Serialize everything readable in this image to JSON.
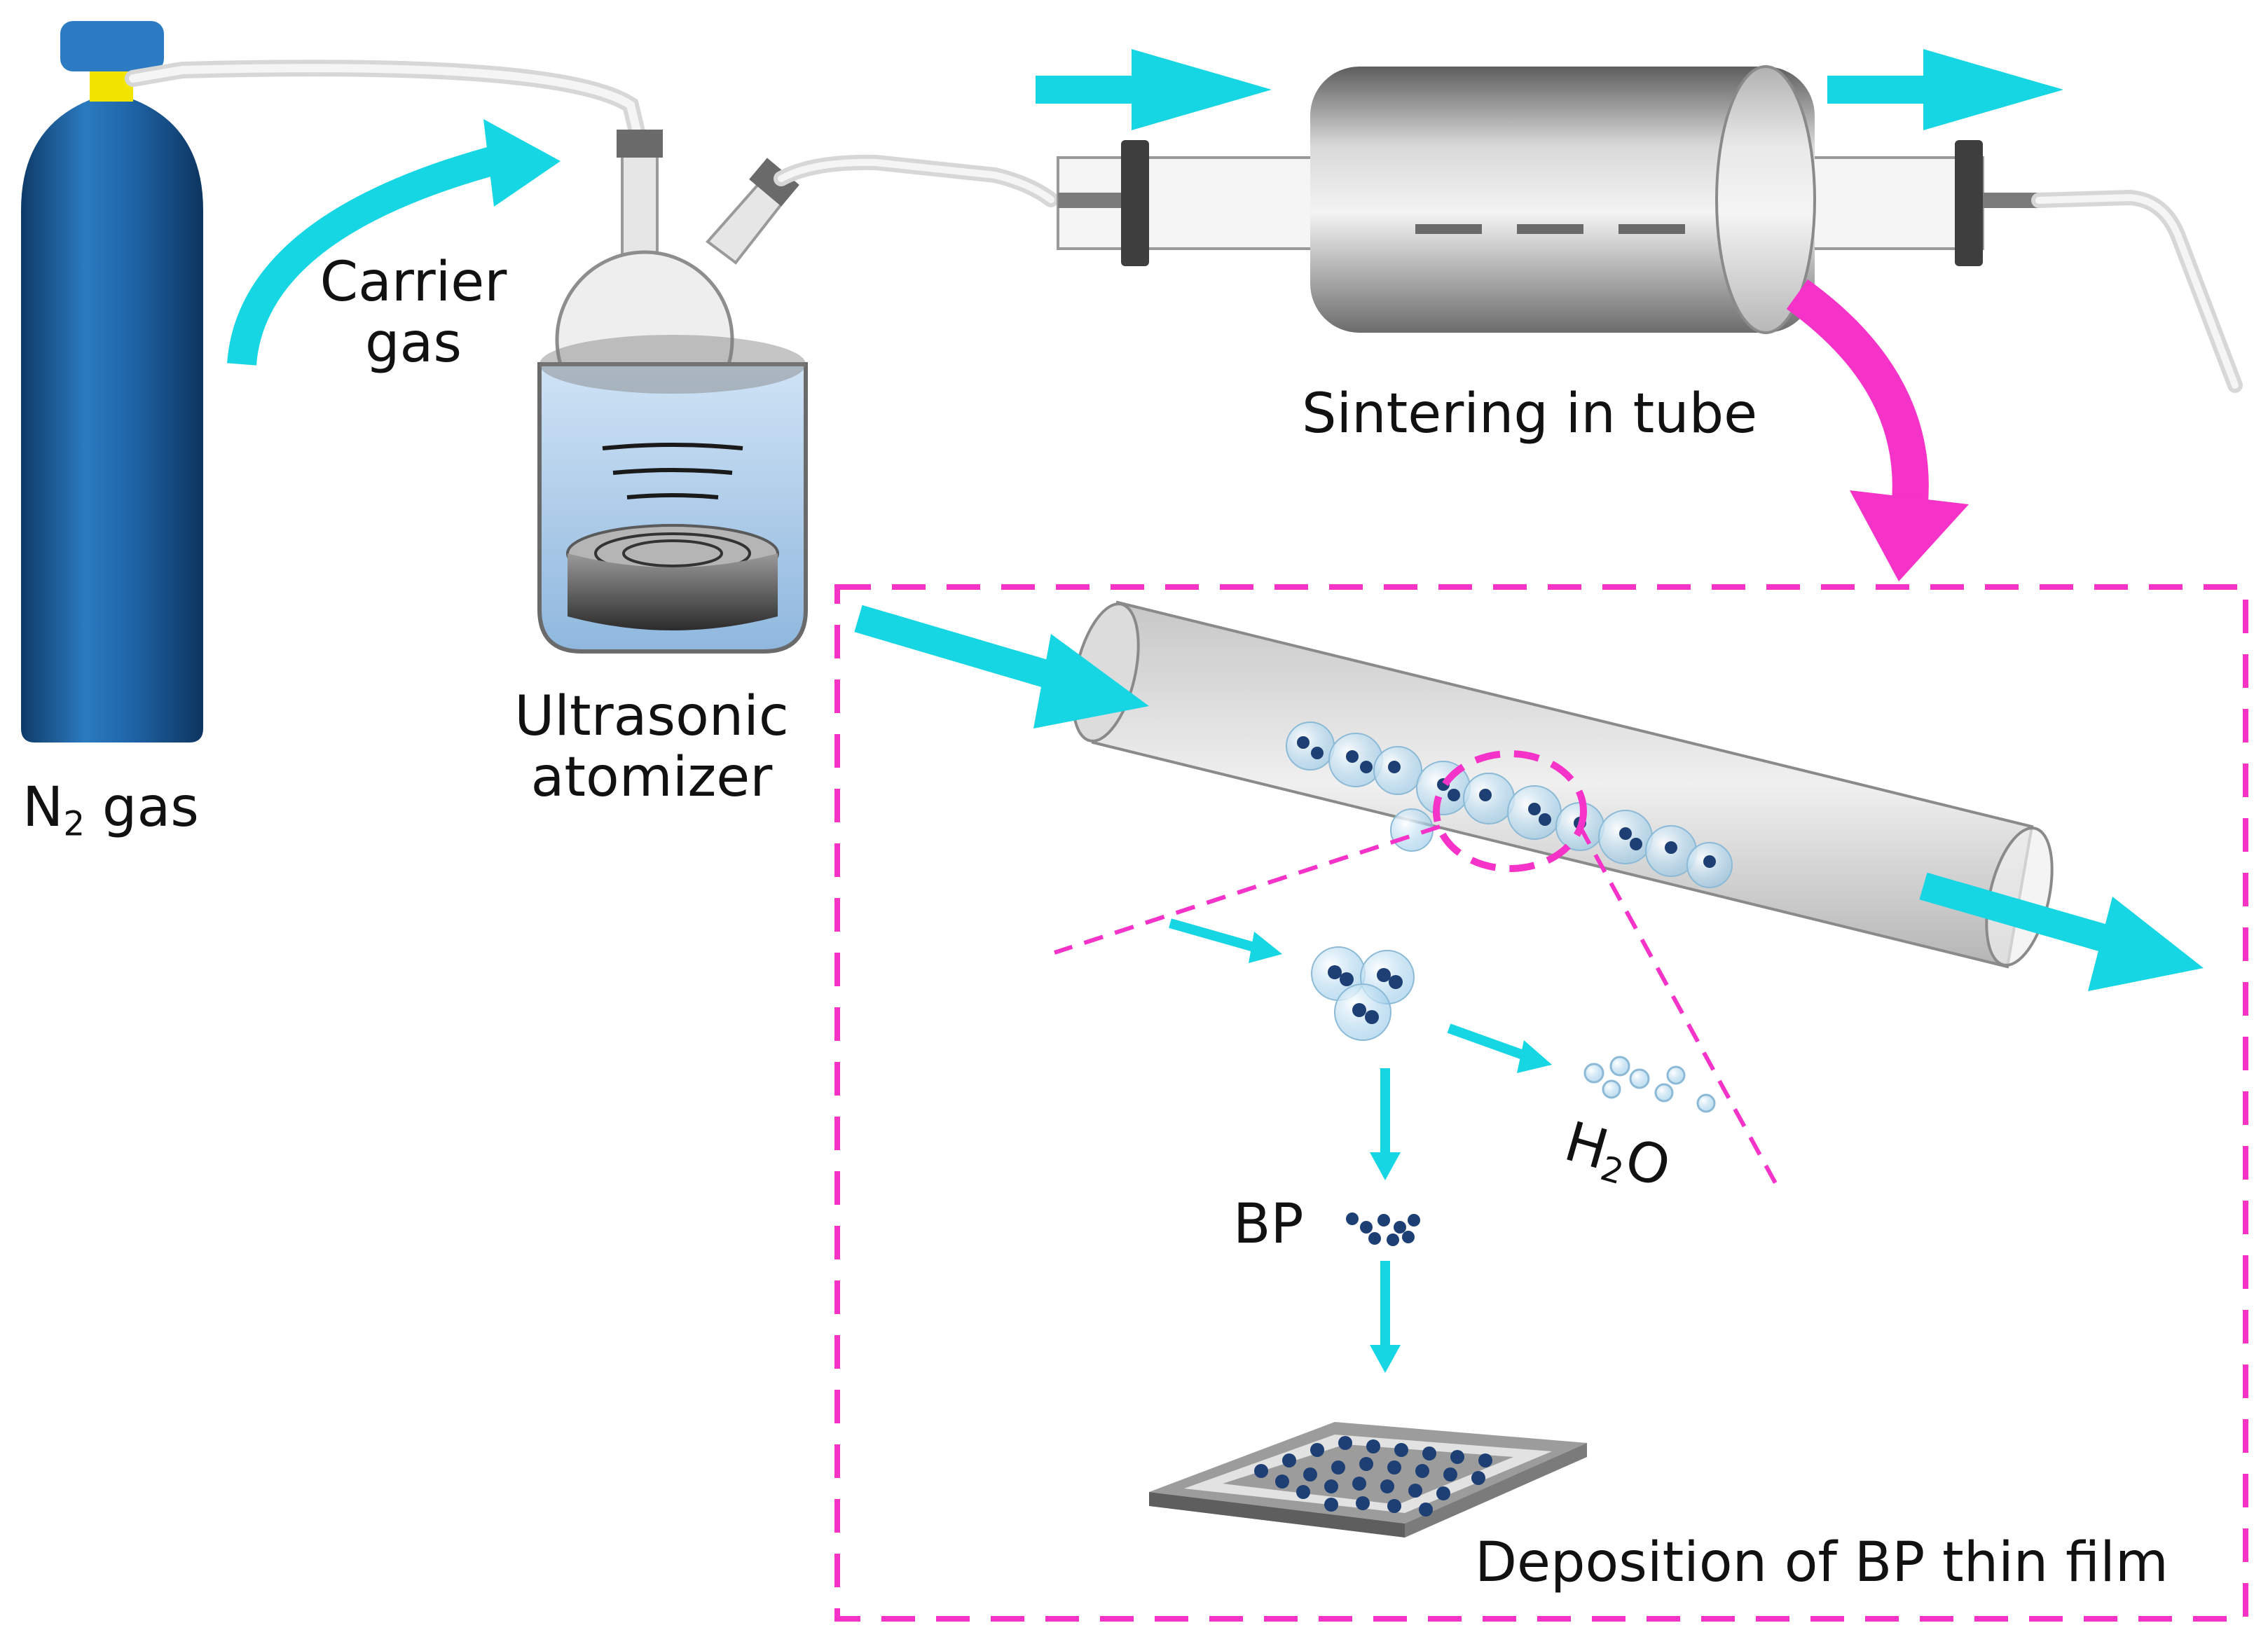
{
  "labels": {
    "n2": {
      "prefix": "N",
      "sub": "2",
      "suffix": " gas"
    },
    "carrier_line1": "Carrier",
    "carrier_line2": "gas",
    "atomizer_line1": "Ultrasonic",
    "atomizer_line2": "atomizer",
    "sintering": "Sintering in tube",
    "bp": "BP",
    "h2o": {
      "prefix": "H",
      "sub": "2",
      "suffix": "O"
    },
    "deposition": "Deposition of BP thin film"
  },
  "colors": {
    "flow_arrow": "#16d6e3",
    "magenta": "#f533c8",
    "cylinder": "#1b5fa0",
    "cap": "#2d7cc3",
    "valve": "#f2e600",
    "furnace": "#8e8e8e",
    "particle": "#1d3f73",
    "bubble": "#a9d6ef",
    "electrode": "#d8d8d8"
  }
}
